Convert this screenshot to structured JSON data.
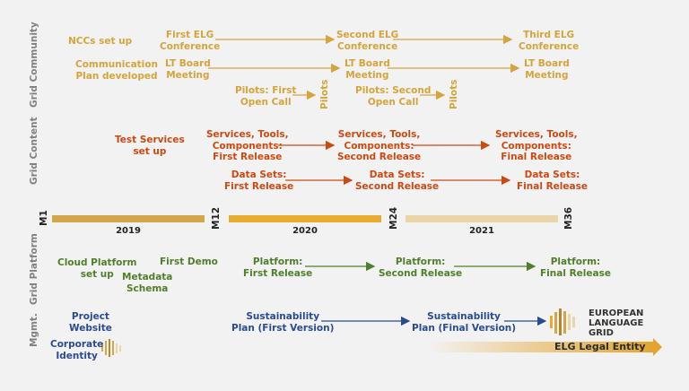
{
  "sections": {
    "community": "Grid Community",
    "content": "Grid Content",
    "platform": "Grid Platform",
    "mgmt": "Mgmt."
  },
  "milestones": [
    "M1",
    "M12",
    "M24",
    "M36"
  ],
  "years": [
    "2019",
    "2020",
    "2021"
  ],
  "community": {
    "nccs": "NCCs set up",
    "comm_plan": "Communication\nPlan developed",
    "elg_conf_1": "First ELG\nConference",
    "elg_conf_2": "Second ELG\nConference",
    "elg_conf_3": "Third ELG\nConference",
    "lt_board_1": "LT Board\nMeeting",
    "lt_board_2": "LT Board\nMeeting",
    "lt_board_3": "LT Board\nMeeting",
    "pilots_call_1": "Pilots: First\nOpen Call",
    "pilots_call_2": "Pilots: Second\nOpen Call",
    "pilots_1": "Pilots",
    "pilots_2": "Pilots"
  },
  "content": {
    "test_services": "Test Services\nset up",
    "services_1": "Services, Tools,\nComponents:\nFirst Release",
    "services_2": "Services, Tools,\nComponents:\nSecond Release",
    "services_3": "Services, Tools,\nComponents:\nFinal Release",
    "datasets_1": "Data Sets:\nFirst Release",
    "datasets_2": "Data Sets:\nSecond Release",
    "datasets_3": "Data Sets:\nFinal Release"
  },
  "platform": {
    "cloud": "Cloud Platform\nset up",
    "metadata": "Metadata\nSchema",
    "demo": "First Demo",
    "release_1": "Platform:\nFirst Release",
    "release_2": "Platform:\nSecond Release",
    "release_3": "Platform:\nFinal Release"
  },
  "mgmt": {
    "website": "Project\nWebsite",
    "identity": "Corporate\nIdentity",
    "sust_1": "Sustainability\nPlan (First Version)",
    "sust_2": "Sustainability\nPlan (Final Version)",
    "legal": "ELG Legal Entity",
    "logo_text": "EUROPEAN\nLANGUAGE\nGRID"
  },
  "colors": {
    "community": "#d6a43a",
    "content": "#cc4a12",
    "platform": "#4f7f2a",
    "mgmt": "#2a4b92",
    "bar_2019": "#d2a64a",
    "bar_2020": "#e8ad2e",
    "bar_2021": "#ead5a8"
  }
}
